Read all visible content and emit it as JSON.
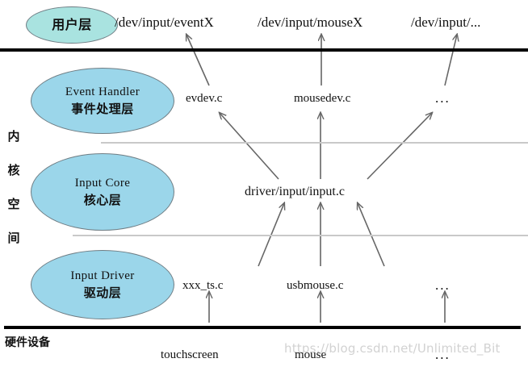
{
  "diagram": {
    "title_layers": {
      "user_space_label": "用户层",
      "kernel_space_label_chars": [
        "内",
        "核",
        "空",
        "间"
      ],
      "hardware_label": "硬件设备"
    },
    "ellipses": [
      {
        "id": "user",
        "en": "",
        "cn": "用户层",
        "fill": "#a9e3e0"
      },
      {
        "id": "event",
        "en": "Event Handler",
        "cn": "事件处理层",
        "fill": "#9bd6ea"
      },
      {
        "id": "core",
        "en": "Input Core",
        "cn": "核心层",
        "fill": "#9bd6ea"
      },
      {
        "id": "driver",
        "en": "Input Driver",
        "cn": "驱动层",
        "fill": "#9bd6ea"
      }
    ],
    "device_nodes": [
      {
        "id": "eventx",
        "label": "/dev/input/eventX"
      },
      {
        "id": "mousex",
        "label": "/dev/input/mouseX"
      },
      {
        "id": "devdots",
        "label": "/dev/input/..."
      }
    ],
    "handler_nodes": [
      {
        "id": "evdev",
        "label": "evdev.c"
      },
      {
        "id": "mousedev",
        "label": "mousedev.c"
      },
      {
        "id": "handlerdots",
        "label": "..."
      }
    ],
    "core_node": {
      "id": "inputc",
      "label": "driver/input/input.c"
    },
    "driver_nodes": [
      {
        "id": "xxxts",
        "label": "xxx_ts.c"
      },
      {
        "id": "usbmouse",
        "label": "usbmouse.c"
      },
      {
        "id": "driverdots",
        "label": "..."
      }
    ],
    "hardware_nodes": [
      {
        "id": "touchscreen",
        "label": "touchscreen"
      },
      {
        "id": "mouse",
        "label": "mouse"
      },
      {
        "id": "hwdots",
        "label": "..."
      }
    ],
    "watermark": "https://blog.csdn.net/Unlimited_Bit",
    "colors": {
      "ellipse_user_fill": "#a9e3e0",
      "ellipse_kernel_fill": "#9bd6ea",
      "ellipse_stroke": "#6f7d84",
      "arrow": "#666666",
      "rule_thick": "#000000",
      "rule_thin": "#c9c9c9",
      "text": "#111111",
      "watermark": "#d2d2d2",
      "background": "#ffffff"
    }
  }
}
